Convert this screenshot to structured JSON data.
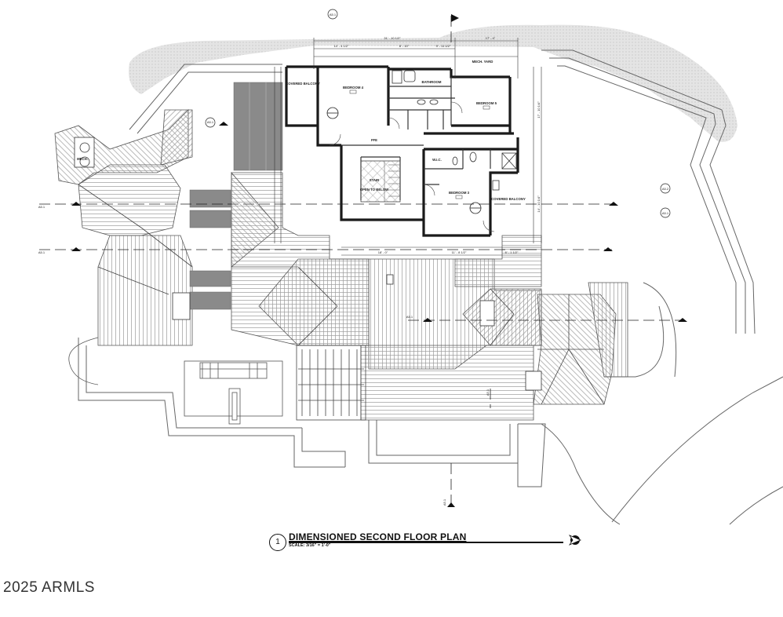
{
  "drawing": {
    "title": "DIMENSIONED SECOND FLOOR PLAN",
    "number": "1",
    "scale": "SCALE: 3/16\" = 1'-0\""
  },
  "rooms": {
    "bedroom4": "BEDROOM 4",
    "bedroom5": "BEDROOM 5",
    "bedroom3": "BEDROOM 3",
    "bathroom": "BATHROOM",
    "covered_balcony": "COVERED BALCONY",
    "stair": "STAIR",
    "open_to_below": "OPEN TO BELOW",
    "wic": "W.I.C.",
    "mech": "MECH.",
    "mech_yard": "MECH. YARD",
    "ffe": "FFE"
  },
  "section_tags": [
    "A5.1",
    "A5.1",
    "A5.1",
    "A5.1",
    "A5.1",
    "A5.2",
    "A5.1",
    "A5.1",
    "A5.1"
  ],
  "dimensions": {
    "top_overall": "31' - 10 1/2\"",
    "top_right": "17' - 4\"",
    "top_left": "14' - 4 1/2\"",
    "top_mid": "8' - 10\"",
    "top_mid2": "9' - 11 1/2\"",
    "bottom_left": "18' - 0\"",
    "bottom_right": "11' - 8 1/2\"",
    "bottom_far_right": "6' - 1 1/2\"",
    "right_side": "17' - 10 1/4\"",
    "right_side2": "14' - 10 1/4\""
  },
  "copyright": "2025 ARMLS",
  "colors": {
    "line": "#333333",
    "roof_hatch": "#888888",
    "wall_fill": "#1a1a1a",
    "solar_panel": "#8a8a8a",
    "landscape_hatch": "#dcdcdc"
  }
}
